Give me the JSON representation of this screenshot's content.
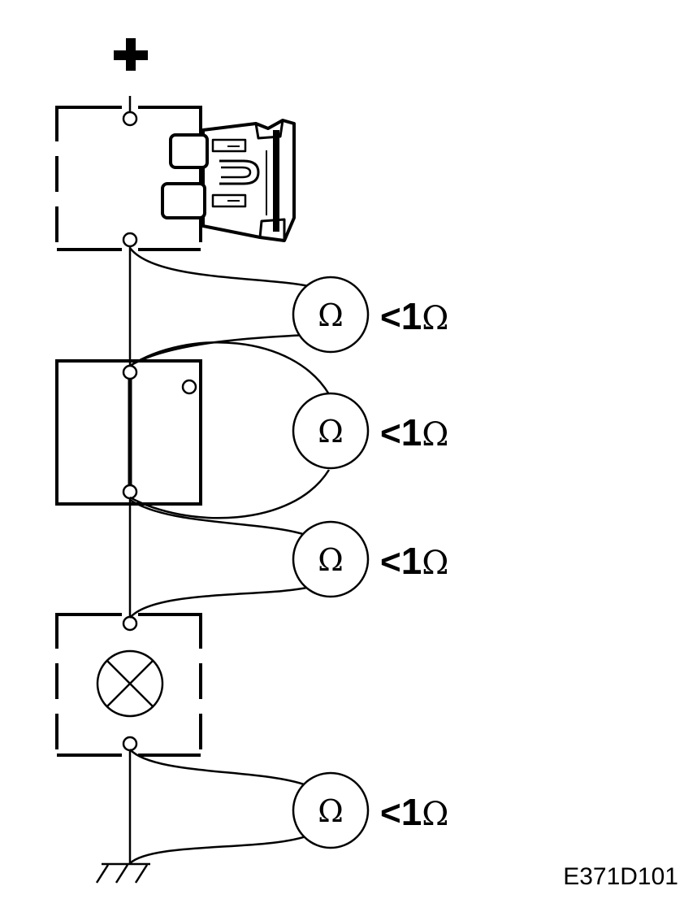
{
  "diagram": {
    "supply_symbol": "+",
    "meters": [
      {
        "symbol": "Ω",
        "reading_lt": "<",
        "reading_value": "1",
        "reading_unit": "Ω"
      },
      {
        "symbol": "Ω",
        "reading_lt": "<",
        "reading_value": "1",
        "reading_unit": "Ω"
      },
      {
        "symbol": "Ω",
        "reading_lt": "<",
        "reading_value": "1",
        "reading_unit": "Ω"
      },
      {
        "symbol": "Ω",
        "reading_lt": "<",
        "reading_value": "1",
        "reading_unit": "Ω"
      }
    ],
    "figure_id": "E371D101",
    "icons": [
      "plus-icon",
      "fuse-icon",
      "lamp-icon",
      "ground-icon",
      "ohmmeter-icon"
    ]
  }
}
